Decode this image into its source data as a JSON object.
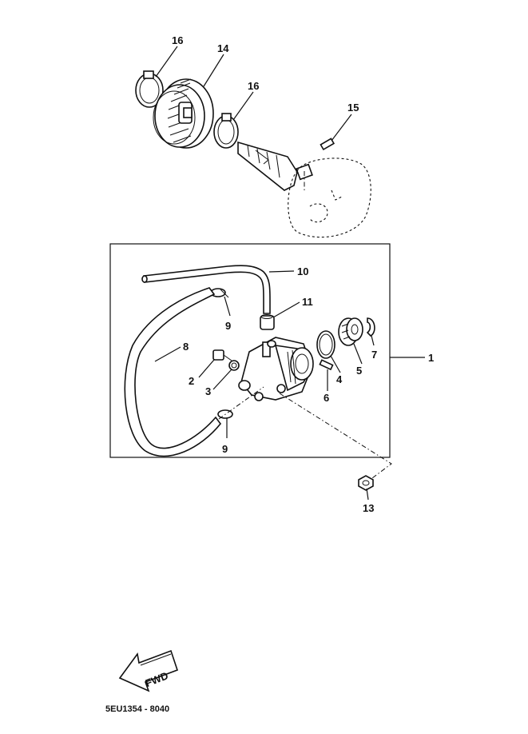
{
  "callouts": {
    "c1": "1",
    "c2": "2",
    "c3": "3",
    "c4": "4",
    "c5": "5",
    "c6": "6",
    "c7": "7",
    "c8": "8",
    "c9a": "9",
    "c9b": "9",
    "c10": "10",
    "c11": "11",
    "c13": "13",
    "c14": "14",
    "c15": "15",
    "c16a": "16",
    "c16b": "16"
  },
  "fwd_label": "FWD",
  "drawing_code": "5EU1354 - 8040"
}
